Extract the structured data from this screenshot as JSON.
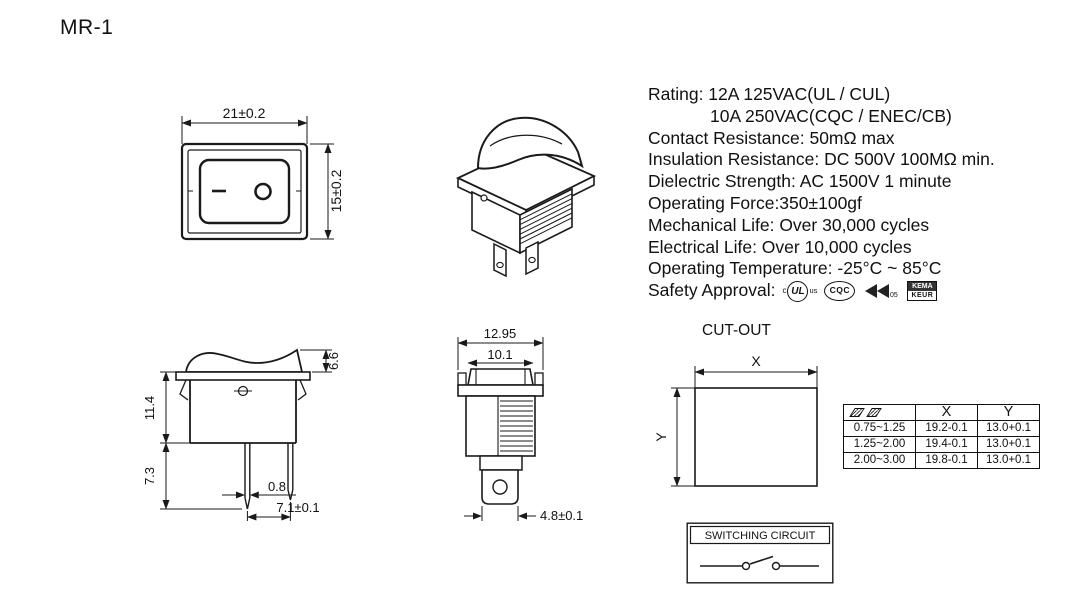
{
  "title": "MR-1",
  "specs": {
    "rating_line1": "Rating: 12A 125VAC(UL / CUL)",
    "rating_line2": "10A  250VAC(CQC / ENEC/CB)",
    "lines": [
      "Contact Resistance: 50mΩ max",
      "Insulation Resistance: DC 500V 100MΩ min.",
      "Dielectric Strength: AC 1500V 1 minute",
      "Operating Force:350±100gf",
      "Mechanical Life: Over 30,000 cycles",
      "Electrical Life: Over 10,000 cycles",
      "Operating Temperature: -25°C ~ 85°C"
    ],
    "safety_label": "Safety Approval:",
    "marks": {
      "ul": {
        "prefix": "c",
        "text": "UL",
        "suffix": "us"
      },
      "cqc": {
        "text": "CQC"
      },
      "enec": {
        "text": "05"
      },
      "kema": {
        "line1": "KEMA",
        "line2": "KEUR"
      }
    }
  },
  "front_view": {
    "width_dim": "21±0.2",
    "height_dim": "15±0.2"
  },
  "side_view": {
    "rocker_height": "6.6",
    "body_height": "11.4",
    "pin_length": "7.3",
    "pin_width": "0.8",
    "pin_pitch": "7.1±0.1"
  },
  "section_view": {
    "overall_width": "12.95",
    "opening_width": "10.1",
    "terminal_width": "4.8±0.1"
  },
  "cutout": {
    "title": "CUT-OUT",
    "x_label": "X",
    "y_label": "Y",
    "table": {
      "col_x": "X",
      "col_y": "Y",
      "rows": [
        {
          "thickness": "0.75~1.25",
          "x": "19.2-0.1",
          "y": "13.0+0.1"
        },
        {
          "thickness": "1.25~2.00",
          "x": "19.4-0.1",
          "y": "13.0+0.1"
        },
        {
          "thickness": "2.00~3.00",
          "x": "19.8-0.1",
          "y": "13.0+0.1"
        }
      ]
    }
  },
  "switching_circuit": {
    "label": "SWITCHING CIRCUIT"
  }
}
